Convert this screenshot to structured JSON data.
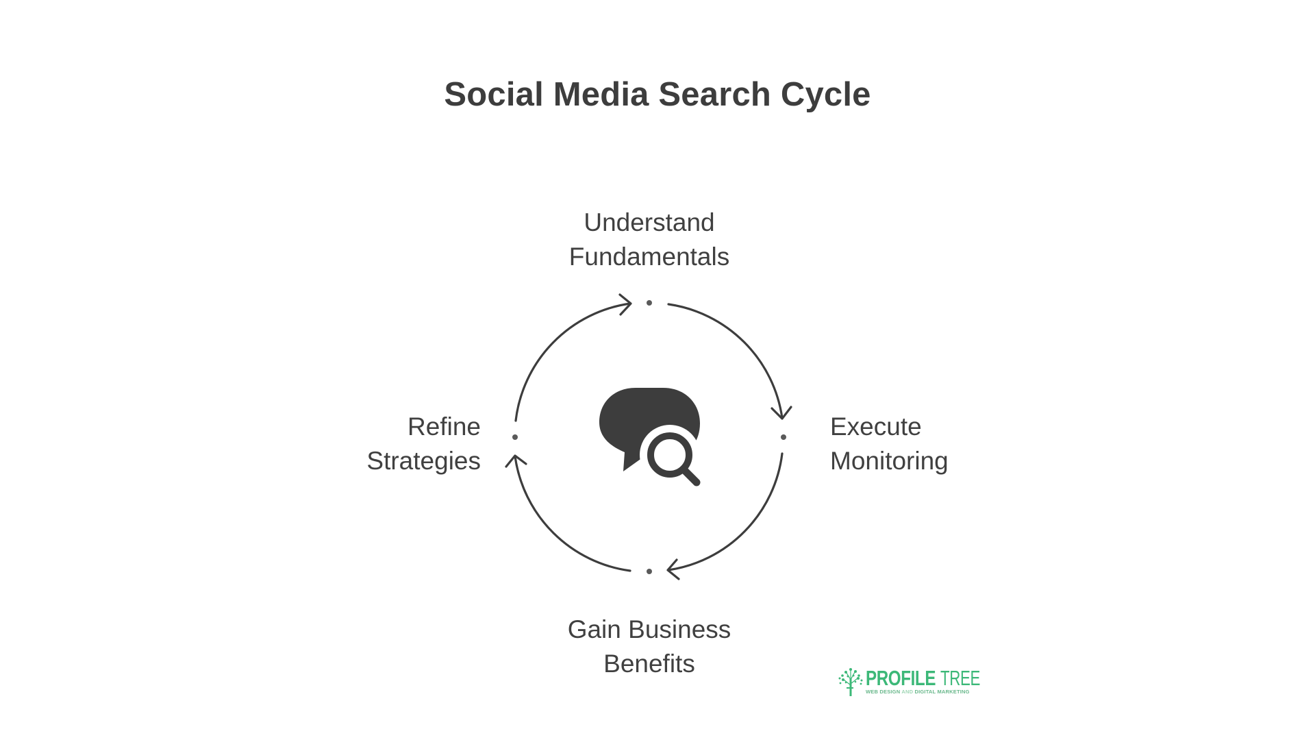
{
  "title": "Social Media Search Cycle",
  "cycle": {
    "center_icon": "chat-bubble-search-icon",
    "direction": "clockwise",
    "stages": [
      {
        "position": "top",
        "line1": "Understand",
        "line2": "Fundamentals"
      },
      {
        "position": "right",
        "line1": "Execute",
        "line2": "Monitoring"
      },
      {
        "position": "bottom",
        "line1": "Gain Business",
        "line2": "Benefits"
      },
      {
        "position": "left",
        "line1": "Refine",
        "line2": "Strategies"
      }
    ]
  },
  "logo": {
    "brand_bold": "PROFILE",
    "brand_light": "TREE",
    "tagline_part1": "WEB DESIGN ",
    "tagline_part2": "AND",
    "tagline_part3": " DIGITAL MARKETING",
    "icon": "tree-icon",
    "color": "#3cb878"
  },
  "colors": {
    "ink": "#3d3d3d",
    "background": "#ffffff",
    "brand_green": "#3cb878"
  }
}
